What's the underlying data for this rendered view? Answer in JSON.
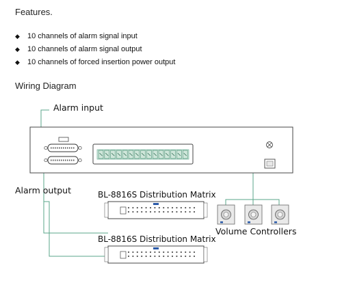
{
  "features": {
    "title": "Features.",
    "items": [
      "10 channels of alarm signal input",
      "10 channels of alarm signal output",
      "10 channels of forced insertion power output"
    ],
    "bullet_icon": "diamond-icon"
  },
  "wiring": {
    "title": "Wiring Diagram",
    "label_alarm_input": "Alarm input",
    "label_alarm_output": "Alarm output",
    "matrix_1_label": "BL-8816S Distribution Matrix",
    "matrix_2_label": "BL-8816S Distribution Matrix",
    "volume_controllers_label": "Volume Controllers",
    "wire_color": "#5aa58a"
  }
}
